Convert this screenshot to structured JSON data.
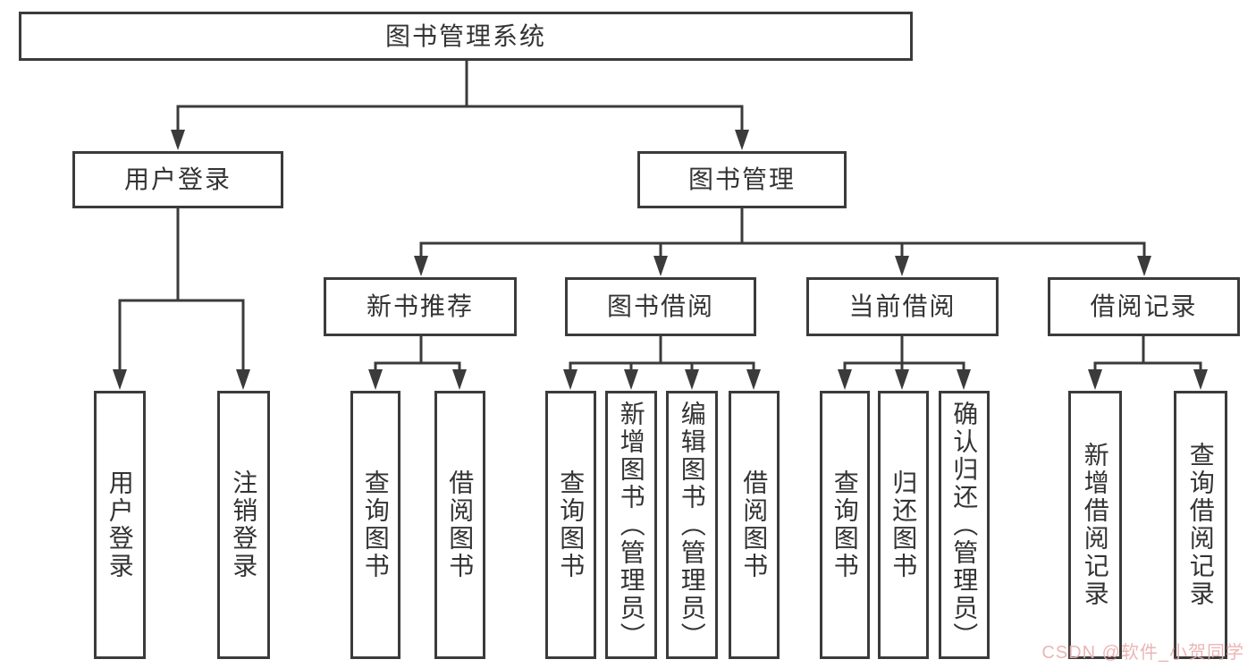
{
  "diagram_title": "图书管理系统",
  "tree": {
    "label": "图书管理系统",
    "children": [
      {
        "label": "用户登录",
        "children": [
          {
            "label": "用户登录"
          },
          {
            "label": "注销登录"
          }
        ]
      },
      {
        "label": "图书管理",
        "children": [
          {
            "label": "新书推荐",
            "children": [
              {
                "label": "查询图书"
              },
              {
                "label": "借阅图书"
              }
            ]
          },
          {
            "label": "图书借阅",
            "children": [
              {
                "label": "查询图书"
              },
              {
                "label": "新增图书（管理员）"
              },
              {
                "label": "编辑图书（管理员）"
              },
              {
                "label": "借阅图书"
              }
            ]
          },
          {
            "label": "当前借阅",
            "children": [
              {
                "label": "查询图书"
              },
              {
                "label": "归还图书"
              },
              {
                "label": "确认归还（管理员）"
              }
            ]
          },
          {
            "label": "借阅记录",
            "children": [
              {
                "label": "新增借阅记录"
              },
              {
                "label": "查询借阅记录"
              }
            ]
          }
        ]
      }
    ]
  },
  "watermark": {
    "text": "CSDN @软件_小贺同学"
  },
  "colors": {
    "line": "#3b3b3b",
    "text": "#333333",
    "box_fill": "#ffffff",
    "background": "#ffffff",
    "watermark": "#e9aeae"
  }
}
